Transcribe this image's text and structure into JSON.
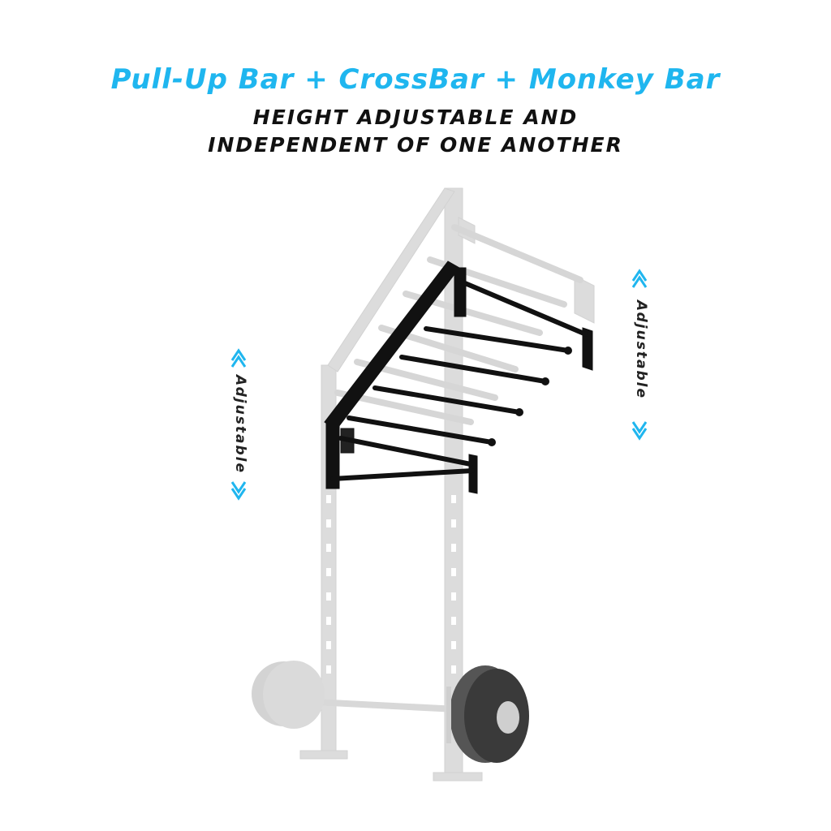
{
  "title": "Pull-Up Bar + CrossBar + Monkey Bar",
  "subtitle": {
    "line1": "HEIGHT ADJUSTABLE AND",
    "line2": "INDEPENDENT OF ONE ANOTHER"
  },
  "labels": {
    "left": "Adjustable",
    "right": "Adjustable"
  },
  "colors": {
    "accent": "#1fb6ef",
    "frame": "#dcdcdc",
    "bars": "#111111"
  },
  "icons": {
    "up": "double-chevron-up-icon",
    "down": "double-chevron-down-icon"
  }
}
